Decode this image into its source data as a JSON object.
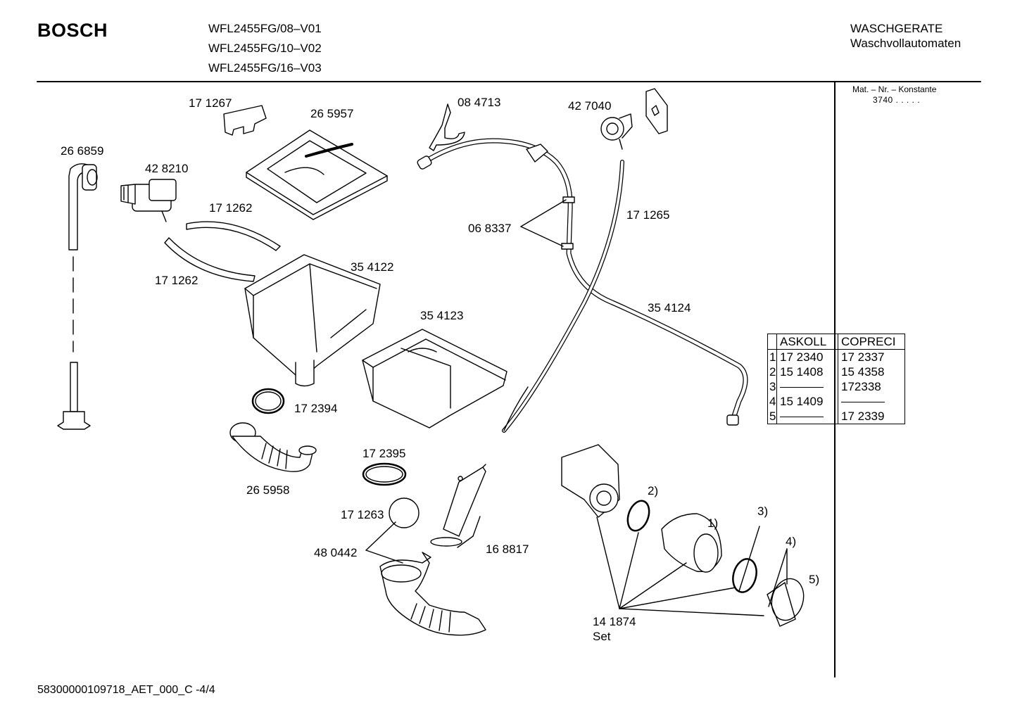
{
  "header": {
    "brand": "BOSCH",
    "models": [
      "WFL2455FG/08–V01",
      "WFL2455FG/10–V02",
      "WFL2455FG/16–V03"
    ],
    "category": "WASCHGERATE",
    "subcategory": "Waschvollautomaten",
    "mat_nr_label": "Mat. – Nr. – Konstante",
    "mat_nr_value": "3740  .  .  .  .  ."
  },
  "parts": {
    "p171267": "17 1267",
    "p265957": "26 5957",
    "p084713": "08 4713",
    "p427040": "42 7040",
    "p266859": "26 6859",
    "p428210": "42 8210",
    "p171262a": "17 1262",
    "p171262b": "17 1262",
    "p068337": "06 8337",
    "p171265": "17 1265",
    "p354122": "35 4122",
    "p354123": "35 4123",
    "p354124": "35 4124",
    "p172394": "17 2394",
    "p172395": "17 2395",
    "p265958": "26 5958",
    "p171263": "17 1263",
    "p480442": "48 0442",
    "p168817": "16 8817",
    "p141874": "14 1874",
    "set": "Set",
    "c1": "1)",
    "c2": "2)",
    "c3": "3)",
    "c4": "4)",
    "c5": "5)"
  },
  "variant_table": {
    "headers": [
      "ASKOLL",
      "COPRECI"
    ],
    "rows": [
      {
        "n": "1",
        "askoll": "17 2340",
        "copreci": "17 2337"
      },
      {
        "n": "2",
        "askoll": "15 1408",
        "copreci": "15 4358"
      },
      {
        "n": "3",
        "askoll": "",
        "copreci": "172338"
      },
      {
        "n": "4",
        "askoll": "15 1409",
        "copreci": ""
      },
      {
        "n": "5",
        "askoll": "",
        "copreci": "17 2339"
      }
    ]
  },
  "footer": "58300000109718_AET_000_C -4/4"
}
